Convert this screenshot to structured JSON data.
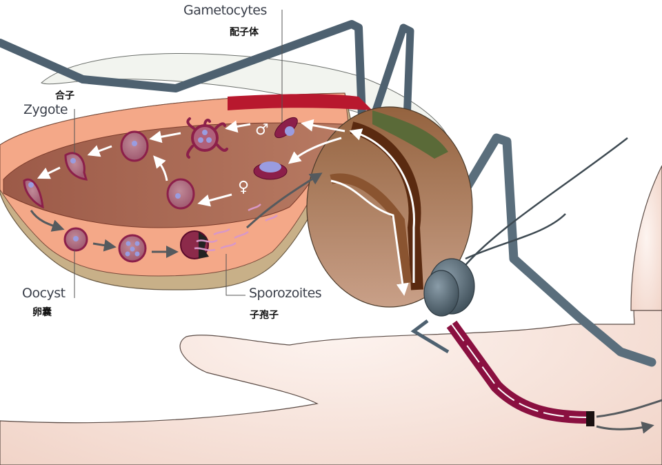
{
  "diagram": {
    "subject": "Plasmodium life cycle inside the mosquito",
    "labels": {
      "gametocytes": {
        "en": "Gametocytes",
        "zh": "配子体"
      },
      "zygote": {
        "en": "Zygote",
        "zh": "合子"
      },
      "oocyst": {
        "en": "Oocyst",
        "zh": "卵囊"
      },
      "sporozoites": {
        "en": "Sporozoites",
        "zh": "子孢子"
      }
    },
    "symbols": {
      "male": "♂",
      "female": "♀"
    },
    "colors": {
      "gut_interior": "#b0705a",
      "gut_wall": "#f0a080",
      "parasite": "#8c1f4a",
      "nucleus": "#9a9ce0",
      "leg": "#5a6e7c",
      "proboscis": "#8a1040",
      "skin": "#f6e2da",
      "thorax": "#a0704e",
      "arrow_white": "#ffffff",
      "arrow_gray": "#555a5e"
    }
  }
}
